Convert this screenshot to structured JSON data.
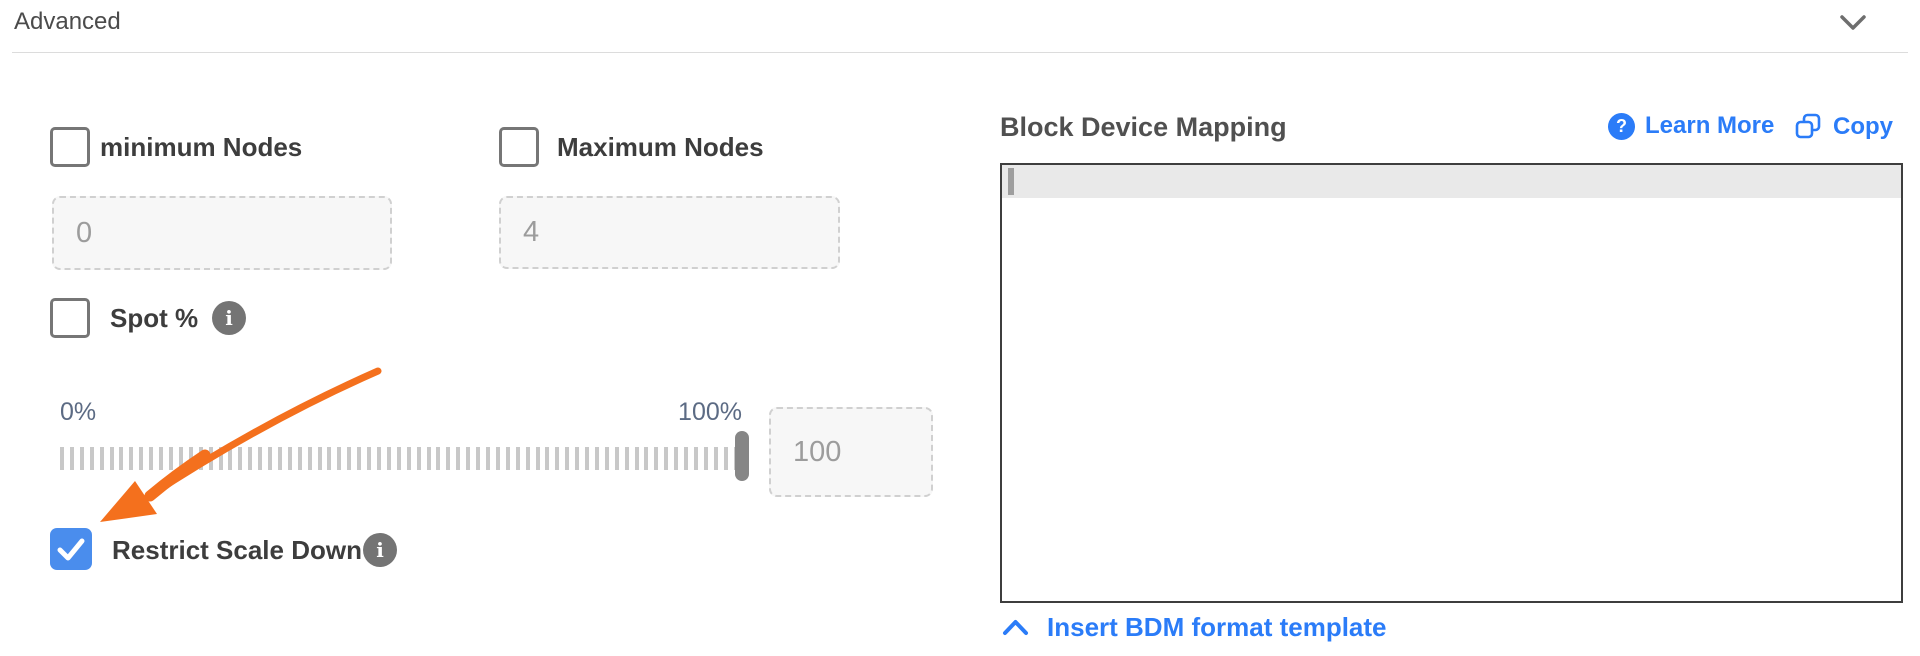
{
  "header": {
    "title": "Advanced"
  },
  "form": {
    "minimum_nodes": {
      "label": "minimum Nodes",
      "checked": false,
      "value": "0"
    },
    "maximum_nodes": {
      "label": "Maximum Nodes",
      "checked": false,
      "value": "4"
    },
    "spot_percentage": {
      "label": "Spot %",
      "checked": false
    },
    "spot_slider": {
      "min_label": "0%",
      "max_label": "100%",
      "value": "100",
      "tick_count": 70,
      "handle_percent": 100
    },
    "restrict_scale_down": {
      "label": "Restrict Scale Down",
      "checked": true
    }
  },
  "bdm": {
    "title": "Block Device Mapping",
    "learn_more_label": "Learn More",
    "copy_label": "Copy",
    "editor_content": "",
    "insert_template_label": "Insert BDM format template"
  },
  "icons": {
    "header_chevron": "chevron-down-icon",
    "learn_more": "question-circle-icon",
    "copy": "copy-icon",
    "insert_template": "chevron-up-icon",
    "spot_info": "info-icon",
    "restrict_info": "info-icon"
  },
  "colors": {
    "accent_blue": "#2b7cf8",
    "checkbox_blue": "#4a8ded",
    "annotation_orange": "#f4701d",
    "label_dark": "#3d3d3d",
    "slider_label_slate": "#5c6b84"
  }
}
